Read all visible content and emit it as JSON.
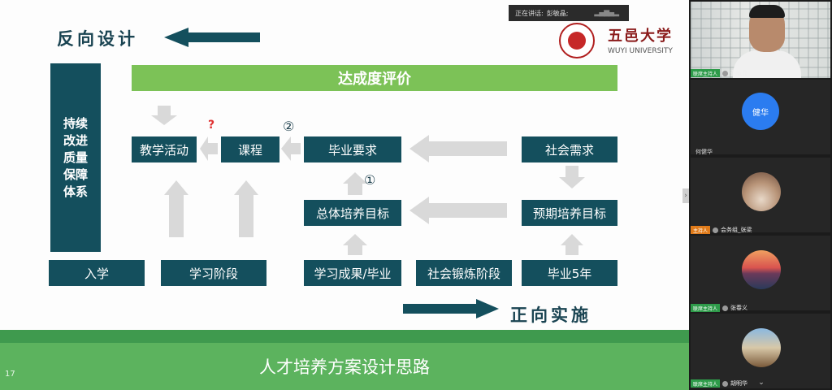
{
  "slide": {
    "title_reverse": "反向设计",
    "title_forward": "正向实施",
    "eval_bar": "达成度评价",
    "side_box_lines": [
      "持续",
      "改进",
      "质量",
      "保障",
      "体系"
    ],
    "boxes": {
      "teaching": "教学活动",
      "course": "课程",
      "grad_req": "毕业要求",
      "social_need": "社会需求",
      "overall_goal": "总体培养目标",
      "expected_goal": "预期培养目标",
      "enroll": "入学",
      "study_stage": "学习阶段",
      "outcome": "学习成果/毕业",
      "social_stage": "社会锻炼阶段",
      "grad5": "毕业5年"
    },
    "annot_1": "①",
    "annot_2": "②",
    "question_mark": "?",
    "footer_title": "人才培养方案设计思路",
    "page_number": "17",
    "logo_cn": "五邑大学",
    "logo_en": "WUYI UNIVERSITY",
    "colors": {
      "box": "#144f5d",
      "green": "#7cc257",
      "band": "#5cb35e",
      "arrow_gray": "#d9d9d9"
    }
  },
  "speaker": {
    "label": "正在讲话:",
    "name": "彭敏晶;"
  },
  "panel": {
    "video_tile": {
      "host_tag": "联席主持人",
      "name": "彭敏晶"
    },
    "tiles": [
      {
        "avatar_text": "健华",
        "name": "何健华",
        "host_tag": "",
        "avatar_color": "#2b7cf0"
      },
      {
        "avatar_text": "",
        "name": "会务组_张梁",
        "host_tag": "主持人",
        "avatar_color": "#c9a58a"
      },
      {
        "avatar_text": "",
        "name": "张春义",
        "host_tag": "联席主持人",
        "avatar_color": "#d9534f"
      },
      {
        "avatar_text": "",
        "name": "胡明华",
        "host_tag": "联席主持人",
        "avatar_color": "#6aa0c8"
      }
    ]
  }
}
